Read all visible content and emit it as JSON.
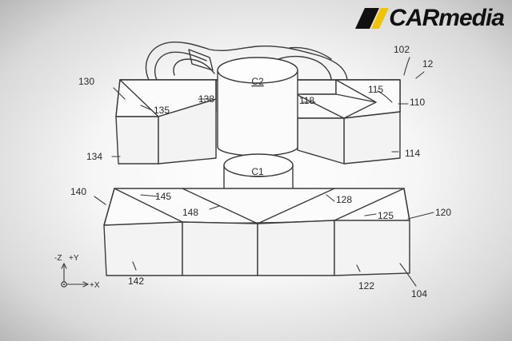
{
  "logo": {
    "text_bold": "CAR",
    "text_light": "media",
    "accent_color": "#f2c300"
  },
  "cylinders": {
    "upper": "C2",
    "lower": "C1"
  },
  "refs": {
    "r12": "12",
    "r102": "102",
    "r104": "104",
    "r110": "110",
    "r114": "114",
    "r115": "115",
    "r118": "118",
    "r120": "120",
    "r122": "122",
    "r125": "125",
    "r128": "128",
    "r130": "130",
    "r134": "134",
    "r135": "135",
    "r138": "138",
    "r140": "140",
    "r142": "142",
    "r145": "145",
    "r148": "148"
  },
  "axes": {
    "z": "-Z",
    "y": "+Y",
    "x": "+X"
  }
}
